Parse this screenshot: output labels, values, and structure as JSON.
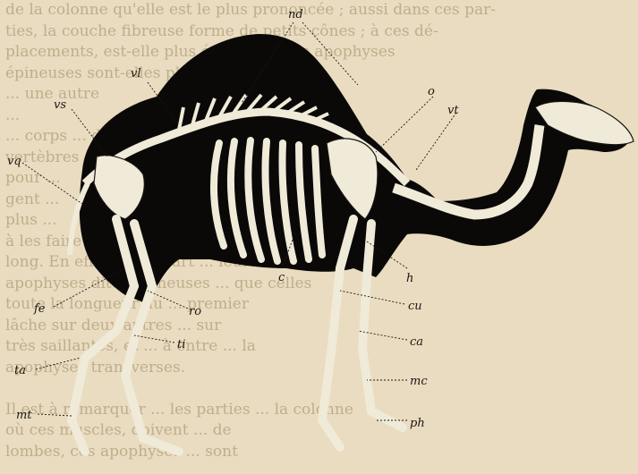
{
  "background_text": [
    "de la colonne qu'elle est le plus prononcée ; aussi dans ces par-",
    "ties, la couche fibreuse forme de petits cônes ; à ces dé-",
    "placements, est-elle plus épaisse, et les apophyses",
    "épineuses sont-elles plus ... de façon à",
    "... une autre",
    "... ",
    "... corps ... du dos",
    "vertèbres ... ",
    "pour ... ",
    "gent ... ",
    "plus ... ",
    "à les faire ... ",
    "long. En effet, la plupart ... leurs ... ont",
    "apophyses dites épineuses ... que celles",
    "toute la longueur du ... premier",
    "lâche sur deux autres ... sur",
    "très saillantes, et ... à entre ... la",
    "apophyses transverses.",
    "",
    "Il est à remarquer ... les parties ... la colonne",
    "où ces muscles, doivent ... de",
    "lombes, ces apophyses ... sont"
  ],
  "labels": {
    "nd": "nd",
    "vl": "vl",
    "vs": "vs",
    "vq": "vq",
    "o": "o",
    "vt": "vt",
    "c": "c",
    "h": "h",
    "cu": "cu",
    "ca": "ca",
    "mc": "mc",
    "ph": "ph",
    "fe": "fe",
    "ro": "ro",
    "ti": "ti",
    "ta": "ta",
    "mt": "mt"
  },
  "colors": {
    "paper": "#e9dcc0",
    "silhouette": "#0b0908",
    "bone": "#f0ead8",
    "ink": "#1a1612"
  }
}
